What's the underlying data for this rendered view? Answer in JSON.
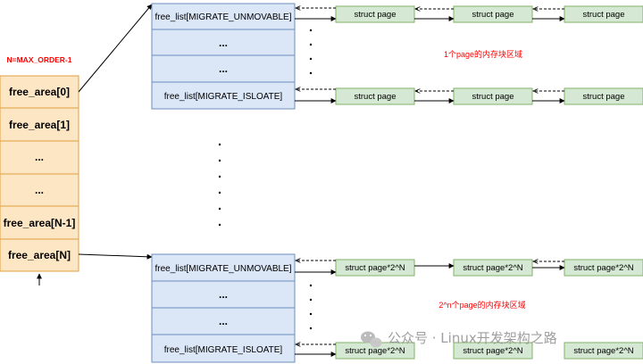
{
  "free_area": {
    "order_label": "N=MAX_ORDER-1",
    "cells": [
      "free_area[0]",
      "free_area[1]",
      "...",
      "...",
      "free_area[N-1]",
      "free_area[N]"
    ]
  },
  "free_lists": [
    {
      "rows": [
        "free_list[MIGRATE_UNMOVABLE]",
        "...",
        "...",
        "free_list[MIGRATE_ISLOATE]"
      ],
      "page_label": "struct page",
      "block_note": "1个page的内存块区域"
    },
    {
      "rows": [
        "free_list[MIGRATE_UNMOVABLE]",
        "...",
        "...",
        "free_list[MIGRATE_ISLOATE]"
      ],
      "page_label": "struct page*2^N",
      "block_note": "2^n个page的内存块区域"
    }
  ],
  "watermark": "公众号 · Linux开发架构之路",
  "colors": {
    "free_area_fill": "#fde6c4",
    "free_area_stroke": "#e0a040",
    "free_list_fill": "#dbe6f6",
    "free_list_stroke": "#6c8ebf",
    "page_fill": "#d5e8d4",
    "page_stroke": "#82b366",
    "note_red": "#ff0000"
  }
}
